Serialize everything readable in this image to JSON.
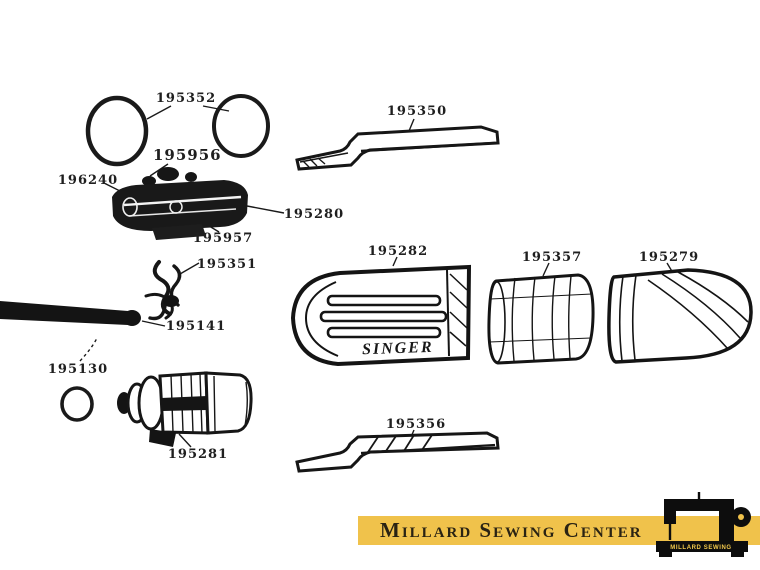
{
  "diagram": {
    "part_labels": [
      {
        "part_number": "195352"
      },
      {
        "part_number": "195956"
      },
      {
        "part_number": "196240"
      },
      {
        "part_number": "195280"
      },
      {
        "part_number": "195957"
      },
      {
        "part_number": "195351"
      },
      {
        "part_number": "195141"
      },
      {
        "part_number": "195130"
      },
      {
        "part_number": "195281"
      },
      {
        "part_number": "195350"
      },
      {
        "part_number": "195282"
      },
      {
        "part_number": "195357"
      },
      {
        "part_number": "195279"
      },
      {
        "part_number": "195356"
      }
    ],
    "embedded_text": {
      "housing_brand": "SINGER"
    }
  },
  "branding": {
    "banner_text": "Millard Sewing Center",
    "banner_color": "#F0C24B",
    "logo_icon": "sewing-machine-icon",
    "logo_text": "MILLARD SEWING"
  },
  "colors": {
    "background": "#FFFFFF",
    "ink": "#161616"
  }
}
